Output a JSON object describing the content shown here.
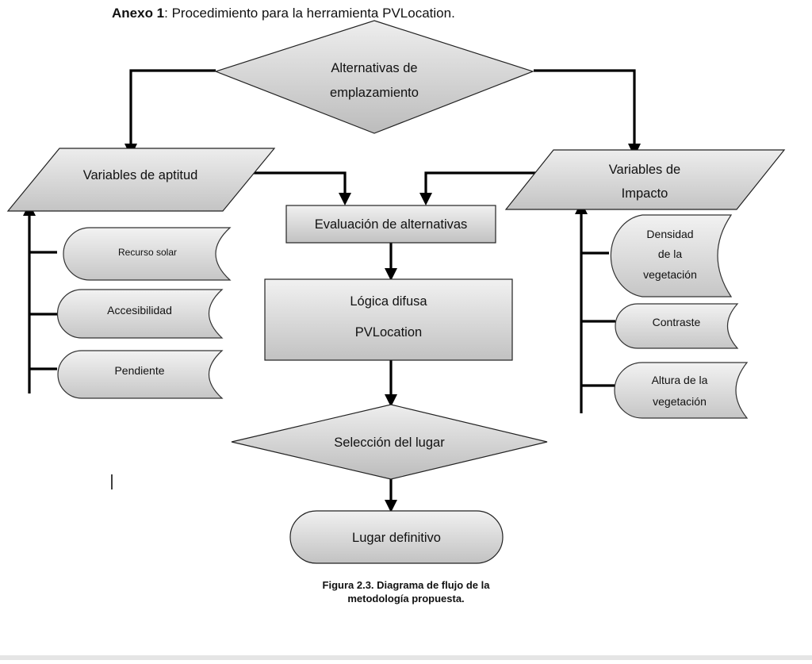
{
  "heading": {
    "bold": "Anexo 1",
    "rest": ": Procedimiento para la herramienta PVLocation."
  },
  "nodes": {
    "alternativas": {
      "line1": "Alternativas de",
      "line2": "emplazamiento"
    },
    "aptitud": {
      "label": "Variables de aptitud"
    },
    "impacto": {
      "line1": "Variables de",
      "line2": "Impacto"
    },
    "evaluacion": {
      "label": "Evaluación de alternativas"
    },
    "logica": {
      "line1": "Lógica difusa",
      "line2": "PVLocation"
    },
    "seleccion": {
      "label": "Selección del lugar"
    },
    "lugar": {
      "label": "Lugar definitivo"
    }
  },
  "aptitud_vars": [
    {
      "label": "Recurso solar"
    },
    {
      "label": "Accesibilidad"
    },
    {
      "label": "Pendiente"
    }
  ],
  "impacto_vars": [
    {
      "line1": "Densidad",
      "line2": "de la",
      "line3": "vegetación"
    },
    {
      "line1": "Contraste"
    },
    {
      "line1": "Altura de la",
      "line2": "vegetación"
    }
  ],
  "caption": {
    "line1": "Figura 2.3. Diagrama de flujo de la",
    "line2": "metodología propuesta."
  },
  "colors": {
    "shape_fill_light": "#e6e6e6",
    "shape_fill_dark": "#bdbdbd",
    "connector": "#000000"
  }
}
